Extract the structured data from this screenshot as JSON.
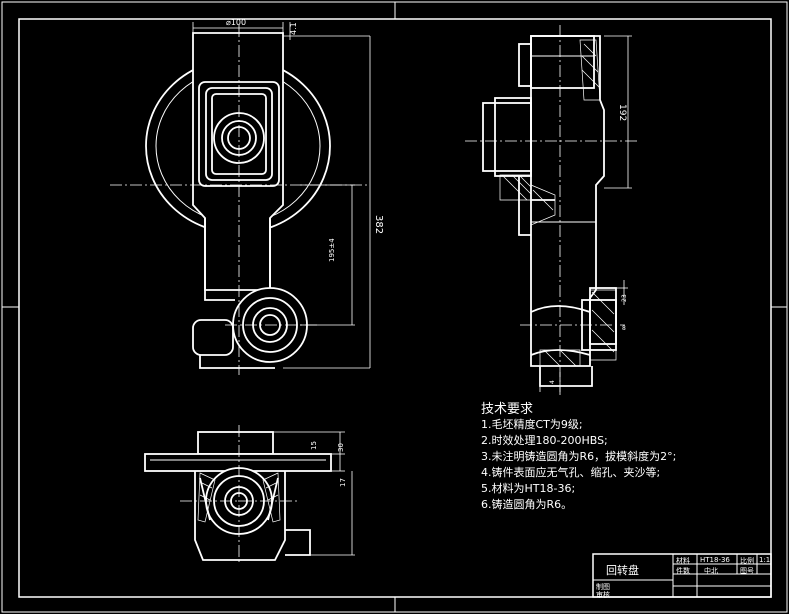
{
  "title_block": {
    "part_name": "回转盘",
    "material_label": "材料",
    "material_value": "HT18-36",
    "scale_label": "比例",
    "scale_value": "1:1",
    "quantity_label": "件数",
    "quantity_value": "中北",
    "sheet_label": "图号",
    "drawn_label": "制图",
    "checked_label": "审核"
  },
  "tech_requirements": {
    "title": "技术要求",
    "items": [
      "1.毛坯精度CT为9级;",
      "2.时效处理180-200HBS;",
      "3.未注明铸造圆角为R6，拔模斜度为2°;",
      "4.铸件表面应无气孔、缩孔、夹沙等;",
      "5.材料为HT18-36;",
      "6.铸造圆角为R6。"
    ]
  },
  "dimensions": {
    "top_width": "⌀100",
    "top_tol": "4.1",
    "overall_height": "382",
    "hole_spacing": "195±4",
    "side_height": "192",
    "side_small_1": "23",
    "side_small_2": "8",
    "side_small_3": "4",
    "bottom_h1": "30",
    "bottom_h2": "15",
    "bottom_h3": "17"
  },
  "colors": {
    "background": "#000000",
    "line": "#ffffff"
  }
}
